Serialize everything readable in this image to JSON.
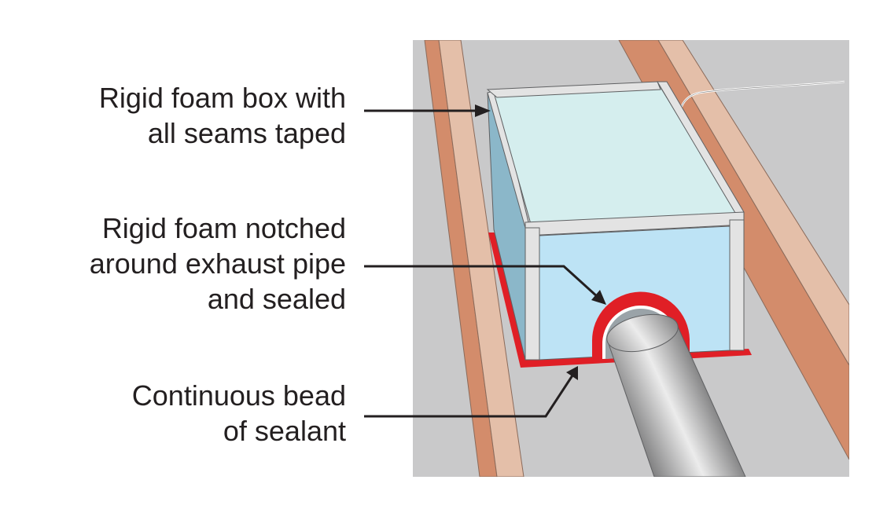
{
  "labels": {
    "box": [
      "Rigid foam box with",
      "all seams taped"
    ],
    "notch": [
      "Rigid foam notched",
      "around exhaust pipe",
      "and sealed"
    ],
    "bead": [
      "Continuous bead",
      "of sealant"
    ]
  },
  "colors": {
    "attic_floor": "#c9c9ca",
    "joist_dark": "#d38c6b",
    "joist_light": "#e4bfa9",
    "foam_top": "#d5eeee",
    "foam_front": "#bde3f5",
    "foam_side": "#8bb7c9",
    "foam_edge": "#e3e3e3",
    "sealant": "#e01f26",
    "pipe": "#9a9a9a",
    "arrow": "#231f20",
    "text": "#231f20"
  }
}
